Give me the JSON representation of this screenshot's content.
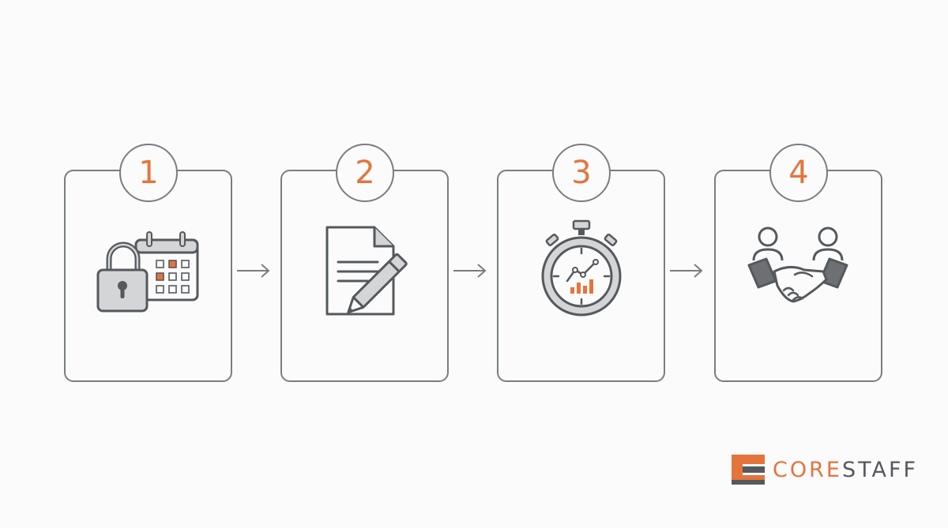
{
  "steps": [
    {
      "number": "1",
      "icon": "lock-calendar-icon"
    },
    {
      "number": "2",
      "icon": "document-pencil-icon"
    },
    {
      "number": "3",
      "icon": "stopwatch-chart-icon"
    },
    {
      "number": "4",
      "icon": "handshake-icon"
    }
  ],
  "brand": {
    "name_accent": "CORE",
    "name_rest": "STAFF"
  },
  "colors": {
    "accent": "#e5743c",
    "outline": "#7a7d80",
    "icon_dark": "#55595d",
    "icon_fill": "#d4d5d7"
  }
}
